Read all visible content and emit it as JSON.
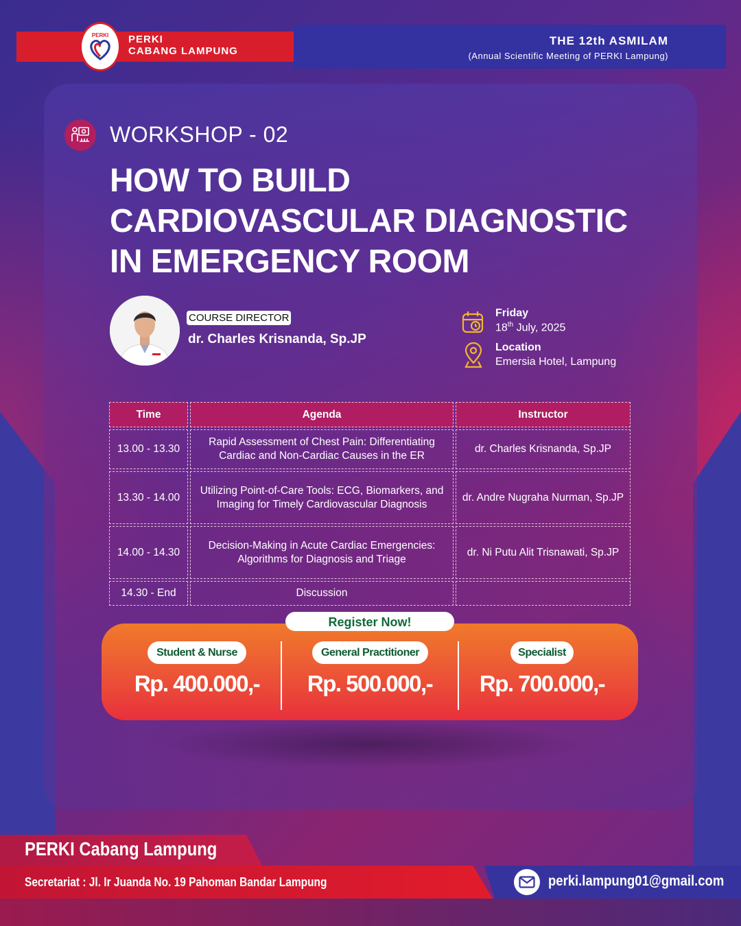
{
  "header": {
    "org_line1": "PERKI",
    "org_line2": "CABANG LAMPUNG",
    "logo_text": "PERKI",
    "event_title": "THE 12th ASMILAM",
    "event_subtitle": "(Annual Scientific Meeting of PERKI Lampung)"
  },
  "workshop": {
    "label": "WORKSHOP - 02",
    "title": "HOW TO BUILD CARDIOVASCULAR DIAGNOSTIC IN EMERGENCY ROOM"
  },
  "director": {
    "label": "COURSE DIRECTOR",
    "name": "dr. Charles Krisnanda, Sp.JP"
  },
  "event_info": {
    "day": "Friday",
    "date_day": "18",
    "date_suffix": "th",
    "date_rest": " July, 2025",
    "location_title": "Location",
    "location_value": "Emersia Hotel, Lampung"
  },
  "agenda": {
    "columns": [
      "Time",
      "Agenda",
      "Instructor"
    ],
    "rows": [
      {
        "time": "13.00 - 13.30",
        "agenda": "Rapid Assessment of Chest Pain: Differentiating Cardiac and Non-Cardiac Causes in the ER",
        "instructor": "dr. Charles Krisnanda, Sp.JP"
      },
      {
        "time": "13.30 - 14.00",
        "agenda": "Utilizing Point-of-Care Tools: ECG, Biomarkers, and Imaging for Timely Cardiovascular Diagnosis",
        "instructor": "dr. Andre Nugraha Nurman, Sp.JP"
      },
      {
        "time": "14.00 - 14.30",
        "agenda": "Decision-Making in Acute Cardiac Emergencies: Algorithms for Diagnosis and Triage",
        "instructor": "dr. Ni Putu Alit Trisnawati, Sp.JP"
      },
      {
        "time": "14.30 - End",
        "agenda": "Discussion",
        "instructor": ""
      }
    ]
  },
  "registration": {
    "button_label": "Register Now!",
    "tiers": [
      {
        "name": "Student & Nurse",
        "price": "Rp. 400.000,-"
      },
      {
        "name": "General Practitioner",
        "price": "Rp. 500.000,-"
      },
      {
        "name": "Specialist",
        "price": "Rp. 700.000,-"
      }
    ]
  },
  "footer": {
    "org": "PERKI Cabang Lampung",
    "address": "Secretariat : Jl. Ir Juanda No. 19 Pahoman Bandar Lampung",
    "email": "perki.lampung01@gmail.com"
  },
  "colors": {
    "brand_red": "#d81e2c",
    "brand_blue": "#3431a0",
    "table_header": "#b01d63",
    "price_green": "#0f6a3a"
  },
  "icons": [
    "logo-emblem",
    "workshop-icon",
    "calendar-icon",
    "location-pin-icon",
    "mail-icon"
  ]
}
